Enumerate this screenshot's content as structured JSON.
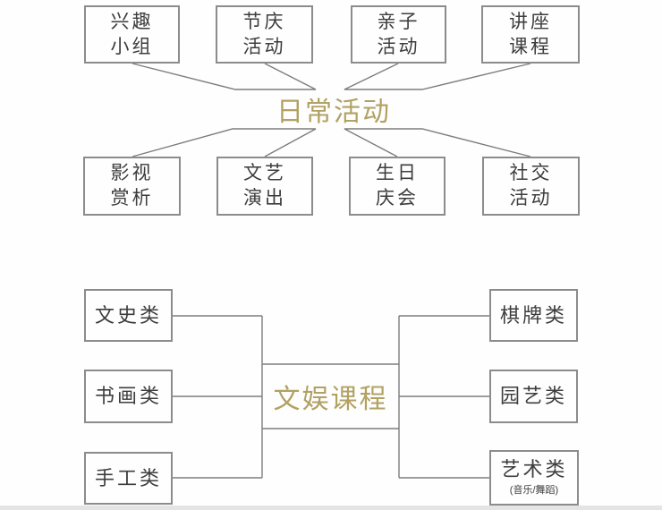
{
  "colors": {
    "title_gold": "#b1a162",
    "box_border": "#8c8c8c",
    "box_text": "#3d3d3d",
    "connector_line": "#7d7d7d",
    "background": "#fefefe"
  },
  "daily_diagram": {
    "title": "日常活动",
    "top_nodes": [
      {
        "line1": "兴趣",
        "line2": "小组"
      },
      {
        "line1": "节庆",
        "line2": "活动"
      },
      {
        "line1": "亲子",
        "line2": "活动"
      },
      {
        "line1": "讲座",
        "line2": "课程"
      }
    ],
    "bottom_nodes": [
      {
        "line1": "影视",
        "line2": "赏析"
      },
      {
        "line1": "文艺",
        "line2": "演出"
      },
      {
        "line1": "生日",
        "line2": "庆会"
      },
      {
        "line1": "社交",
        "line2": "活动"
      }
    ]
  },
  "course_diagram": {
    "title": "文娱课程",
    "left_nodes": [
      {
        "label": "文史类"
      },
      {
        "label": "书画类"
      },
      {
        "label": "手工类"
      }
    ],
    "right_nodes": [
      {
        "label": "棋牌类"
      },
      {
        "label": "园艺类"
      },
      {
        "label": "艺术类",
        "sub": "(音乐/舞蹈)"
      }
    ]
  }
}
